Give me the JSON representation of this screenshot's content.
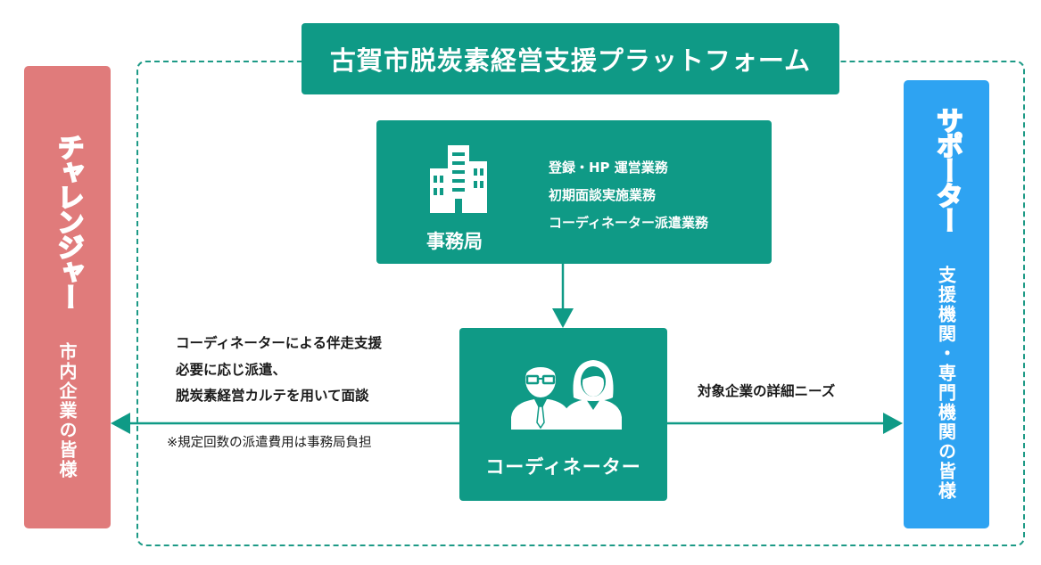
{
  "title": "古賀市脱炭素経営支援プラットフォーム",
  "left_panel": {
    "heading": "チャレンジャー",
    "sub": "市内企業の皆様"
  },
  "right_panel": {
    "heading": "サポーター",
    "sub": "支援機関・専門機関の皆様"
  },
  "office": {
    "label": "事務局",
    "icon": "building-icon",
    "tasks": [
      "登録・HP 運営業務",
      "初期面談実施業務",
      "コーディネーター派遣業務"
    ]
  },
  "coordinator": {
    "label": "コーディネーター",
    "icon": "people-icon"
  },
  "left_annotation": {
    "lines": [
      "コーディネーターによる伴走支援",
      "必要に応じ派遣、",
      "脱炭素経営カルテを用いて面談"
    ],
    "note": "※規定回数の派遣費用は事務局負担"
  },
  "right_annotation": "対象企業の詳細ニーズ",
  "colors": {
    "teal": "#0f9a86",
    "challenger_red": "#e07b7b",
    "supporter_blue": "#2ea3f2"
  }
}
